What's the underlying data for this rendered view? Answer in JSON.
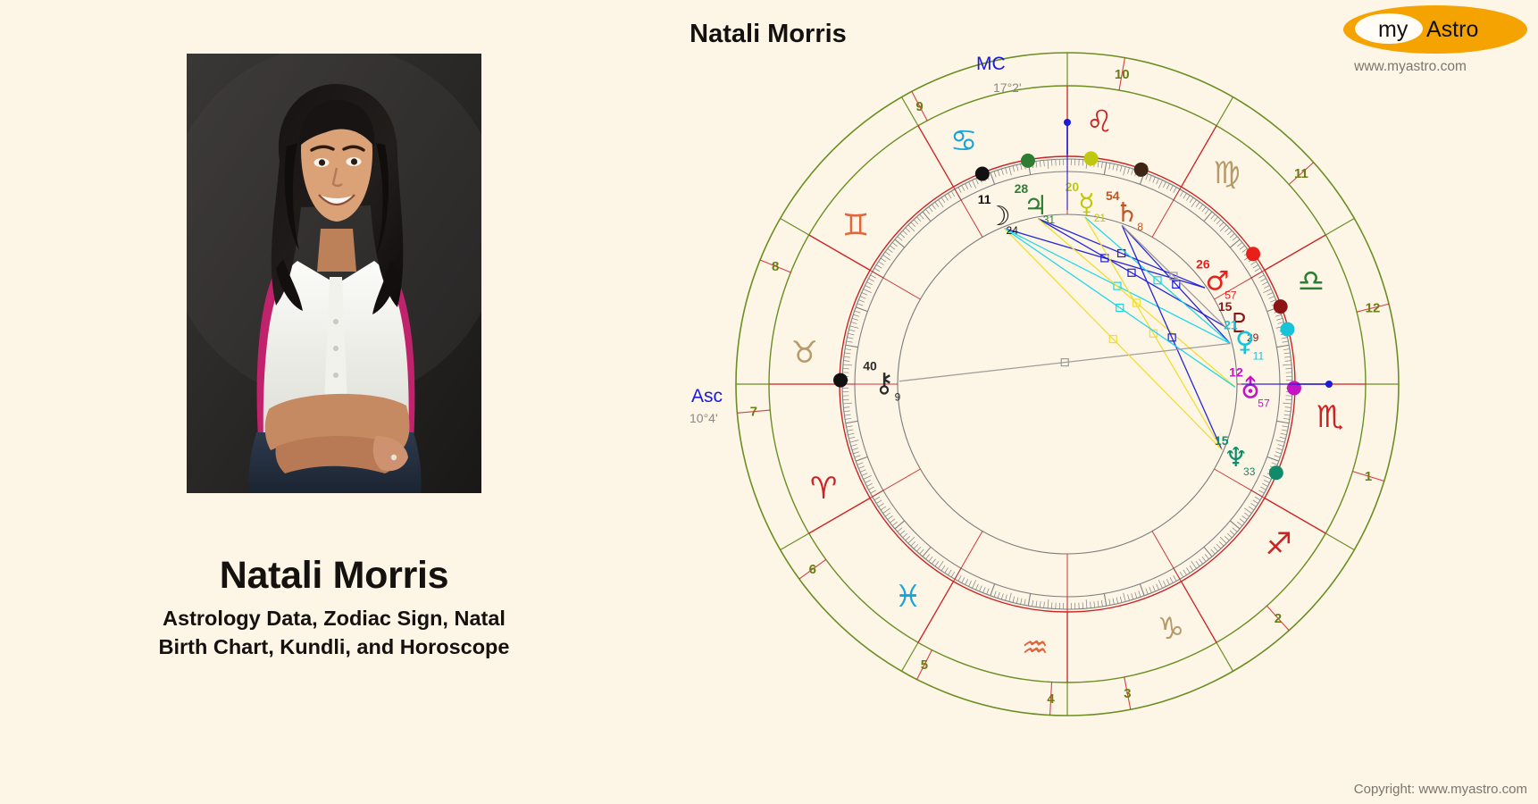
{
  "page": {
    "background": "#fdf6e7",
    "title": "Natali Morris",
    "subtitle_line1": "Astrology Data, Zodiac Sign, Natal",
    "subtitle_line2": "Birth Chart, Kundli, and Horoscope",
    "copyright": "Copyright: www.myastro.com"
  },
  "brand": {
    "word_my": "my",
    "word_astro": "Astro",
    "url": "www.myastro.com",
    "ellipse_color": "#f5a300",
    "inner_color": "#fffdf6"
  },
  "portrait": {
    "alt_name": "photo-of-natali-morris",
    "background": "#2b2b2b"
  },
  "chart_data": {
    "type": "natal-wheel",
    "title": "Natali Morris",
    "axes": [
      {
        "name": "Asc",
        "label": "Asc",
        "degree_text": "10°4'",
        "color": "#1b1bd8",
        "angle_deg": 180
      },
      {
        "name": "MC",
        "label": "MC",
        "degree_text": "17°2'",
        "color": "#1b1bd8",
        "angle_deg": 90
      }
    ],
    "ring_colors": {
      "outer_band": "#6b8e23",
      "sign_band": "#cc2222",
      "degree_ring": "#808080",
      "inner_circle": "#7a7a7a"
    },
    "signs": [
      {
        "name": "leo",
        "glyph": "♌",
        "color": "#cc2222",
        "angle_deg": 97
      },
      {
        "name": "cancer",
        "glyph": "♋",
        "color": "#1aa3d8",
        "angle_deg": 67
      },
      {
        "name": "gemini",
        "glyph": "♊",
        "color": "#e2663c",
        "angle_deg": 37
      },
      {
        "name": "taurus",
        "glyph": "♉",
        "color": "#b79a6a",
        "angle_deg": 7
      },
      {
        "name": "aries",
        "glyph": "♈",
        "color": "#cc2222",
        "angle_deg": 337
      },
      {
        "name": "pisces",
        "glyph": "♓",
        "color": "#1aa3d8",
        "angle_deg": 307
      },
      {
        "name": "aquarius",
        "glyph": "♒",
        "color": "#e2663c",
        "angle_deg": 277
      },
      {
        "name": "capricorn",
        "glyph": "♑",
        "color": "#b79a6a",
        "angle_deg": 247
      },
      {
        "name": "sagittarius",
        "glyph": "♐",
        "color": "#cc2222",
        "angle_deg": 217
      },
      {
        "name": "scorpio",
        "glyph": "♏",
        "color": "#cc2222",
        "angle_deg": 187
      },
      {
        "name": "libra",
        "glyph": "♎",
        "color": "#2e7d32",
        "angle_deg": 157
      },
      {
        "name": "virgo",
        "glyph": "♍",
        "color": "#b79a6a",
        "angle_deg": 127
      }
    ],
    "houses": [
      {
        "number": "1",
        "angle_deg": 197
      },
      {
        "number": "2",
        "angle_deg": 228
      },
      {
        "number": "3",
        "angle_deg": 259
      },
      {
        "number": "4",
        "angle_deg": 273
      },
      {
        "number": "5",
        "angle_deg": 297
      },
      {
        "number": "6",
        "angle_deg": 324
      },
      {
        "number": "7",
        "angle_deg": 355
      },
      {
        "number": "8",
        "angle_deg": 22
      },
      {
        "number": "9",
        "angle_deg": 62
      },
      {
        "number": "10",
        "angle_deg": 100
      },
      {
        "number": "11",
        "angle_deg": 138
      },
      {
        "number": "12",
        "angle_deg": 166
      }
    ],
    "house_number_color": "#6b7d17",
    "planets": [
      {
        "name": "saturn",
        "glyph": "♄",
        "color": "#c1561f",
        "deg": "54",
        "min": "8",
        "angle_deg": 109,
        "dot_color": "#3d2615"
      },
      {
        "name": "mercury",
        "glyph": "☿",
        "color": "#c0c710",
        "deg": "20",
        "min": "21",
        "angle_deg": 96,
        "dot_color": "#c0c710"
      },
      {
        "name": "jupiter",
        "glyph": "♃",
        "color": "#2e7d32",
        "deg": "28",
        "min": "31",
        "angle_deg": 80,
        "dot_color": "#2e7d32"
      },
      {
        "name": "moon",
        "glyph": "☽",
        "color": "#111111",
        "deg": "11",
        "min": "24",
        "angle_deg": 68,
        "dot_color": "#111111"
      },
      {
        "name": "mars",
        "glyph": "♂",
        "color": "#e8201a",
        "deg": "26",
        "min": "57",
        "angle_deg": 145,
        "dot_color": "#e8201a"
      },
      {
        "name": "pluto",
        "glyph": "♇",
        "color": "#8b1414",
        "deg": "15",
        "min": "29",
        "angle_deg": 160,
        "dot_color": "#8b1414"
      },
      {
        "name": "venus",
        "glyph": "♀",
        "color": "#17c3d8",
        "deg": "21",
        "min": "11",
        "angle_deg": 166,
        "dot_color": "#17c3d8"
      },
      {
        "name": "uranus",
        "glyph": "⛢",
        "color": "#c414c4",
        "deg": "12",
        "min": "57",
        "angle_deg": 181,
        "dot_color": "#c414c4"
      },
      {
        "name": "neptune",
        "glyph": "♆",
        "color": "#0f8a6a",
        "deg": "15",
        "min": "33",
        "angle_deg": 203,
        "dot_color": "#0f8a6a"
      },
      {
        "name": "chiron",
        "glyph": "⚷",
        "color": "#2b2b2b",
        "deg": "40",
        "min": "9",
        "angle_deg": 1,
        "dot_color": "#111111"
      }
    ],
    "aspect_colors": {
      "blue": "#1b1bd8",
      "cyan": "#16d6e8",
      "yellow": "#f2dc2a",
      "gray": "#9a9a9a"
    },
    "legend_position": "none",
    "grid": false
  }
}
